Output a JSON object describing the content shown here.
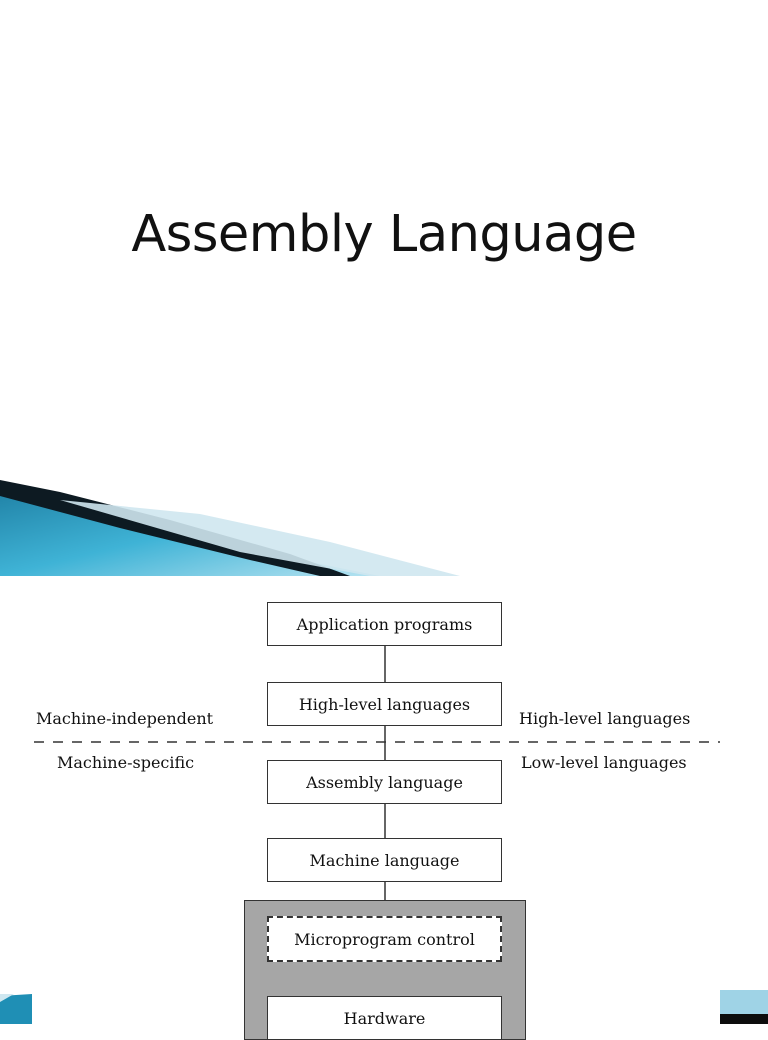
{
  "slide": {
    "title": "Assembly Language"
  },
  "diagram": {
    "boxes": {
      "application": "Application programs",
      "high_level": "High-level languages",
      "assembly": "Assembly language",
      "machine": "Machine language",
      "microprogram": "Microprogram control",
      "hardware": "Hardware"
    },
    "labels": {
      "machine_independent": "Machine-independent",
      "machine_specific": "Machine-specific",
      "high_level_right": "High-level languages",
      "low_level_right": "Low-level languages"
    }
  },
  "colors": {
    "accent_teal": "#2a9cc0",
    "frame_gray": "#a6a6a6"
  }
}
